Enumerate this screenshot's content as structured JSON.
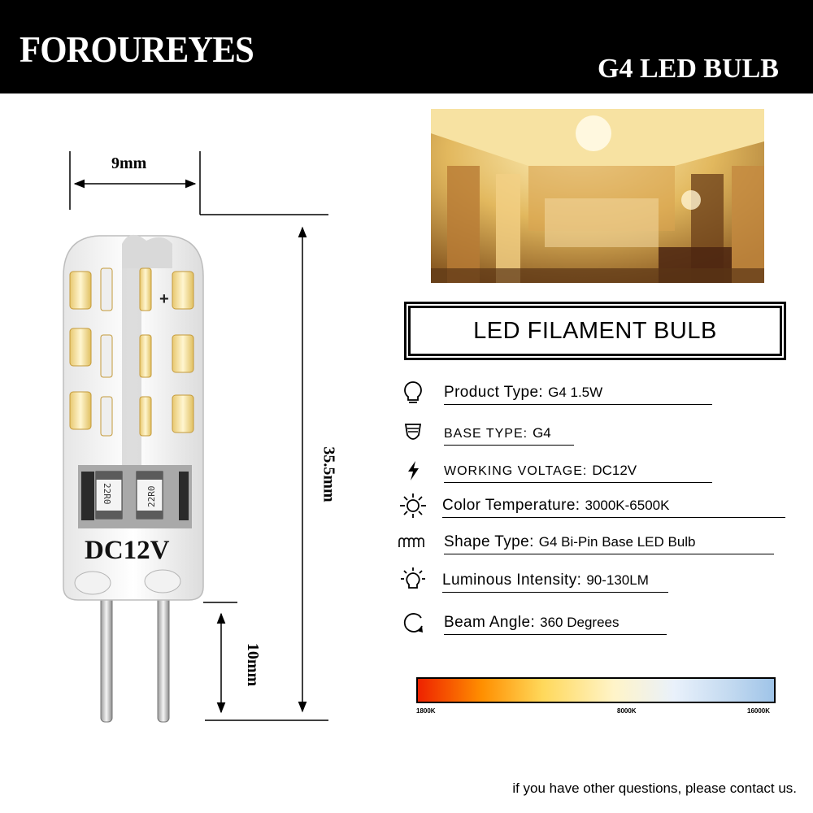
{
  "header": {
    "brand": "FOROUREYES",
    "product_title": "G4 LED BULB"
  },
  "bulb": {
    "voltage_label": "DC12V",
    "resistor_code": "22R0",
    "polarity_mark": "+"
  },
  "dimensions": {
    "width": "9mm",
    "length": "35.5mm",
    "pin_length": "10mm"
  },
  "banner": {
    "title": "LED FILAMENT BULB"
  },
  "specs": [
    {
      "icon": "bulb-icon",
      "label": "Product Type:",
      "value": "G4 1.5W"
    },
    {
      "icon": "base-icon",
      "label": "BASE TYPE:",
      "value": "G4"
    },
    {
      "icon": "lightning-icon",
      "label": "WORKING VOLTAGE:",
      "value": "DC12V"
    },
    {
      "icon": "sun-icon",
      "label": "Color Temperature:",
      "value": "3000K-6500K"
    },
    {
      "icon": "coil-icon",
      "label": "Shape Type:",
      "value": "G4 Bi-Pin Base LED Bulb"
    },
    {
      "icon": "bright-bulb-icon",
      "label": "Luminous Intensity:",
      "value": "90-130LM"
    },
    {
      "icon": "rotate-icon",
      "label": "Beam Angle:",
      "value": "360 Degrees"
    }
  ],
  "color_scale": {
    "ticks": [
      "1800K",
      "8000K",
      "16000K"
    ]
  },
  "footer": {
    "note": "if you have other questions, please contact us."
  }
}
